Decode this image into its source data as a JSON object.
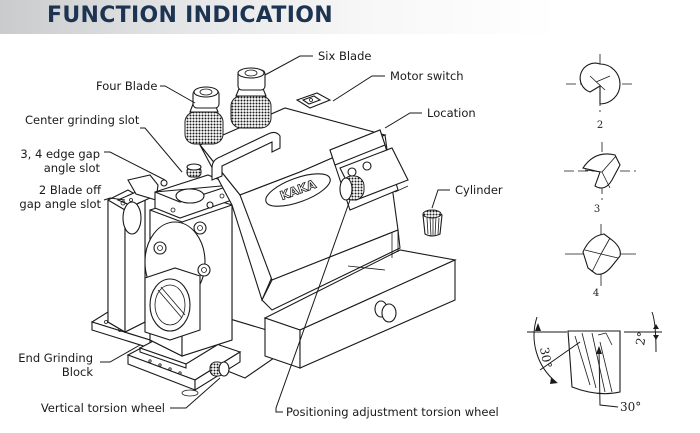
{
  "header": {
    "title": "FUNCTION INDICATION",
    "title_color": "#1d3352"
  },
  "machine": {
    "brand_logo": "KAKA",
    "labels": {
      "four_blade": "Four Blade",
      "six_blade": "Six Blade",
      "motor_switch": "Motor switch",
      "location": "Location",
      "center_grinding_slot": "Center grinding slot",
      "edge_gap_angle_slot_line1": "3, 4 edge gap",
      "edge_gap_angle_slot_line2": "angle slot",
      "two_blade_off_gap_line1": "2 Blade off",
      "two_blade_off_gap_line2": "gap angle slot",
      "cylinder": "Cylinder",
      "end_grinding_block_line1": "End Grinding",
      "end_grinding_block_line2": "Block",
      "vertical_torsion_wheel": "Vertical torsion wheel",
      "positioning_adjustment_torsion_wheel": "Positioning adjustment torsion wheel"
    }
  },
  "cutter_views": [
    {
      "flutes": "2"
    },
    {
      "flutes": "3"
    },
    {
      "flutes": "4"
    }
  ],
  "angle_diagram": {
    "left_angle": "30°",
    "right_angle": "2°",
    "bottom_angle": "30°"
  }
}
